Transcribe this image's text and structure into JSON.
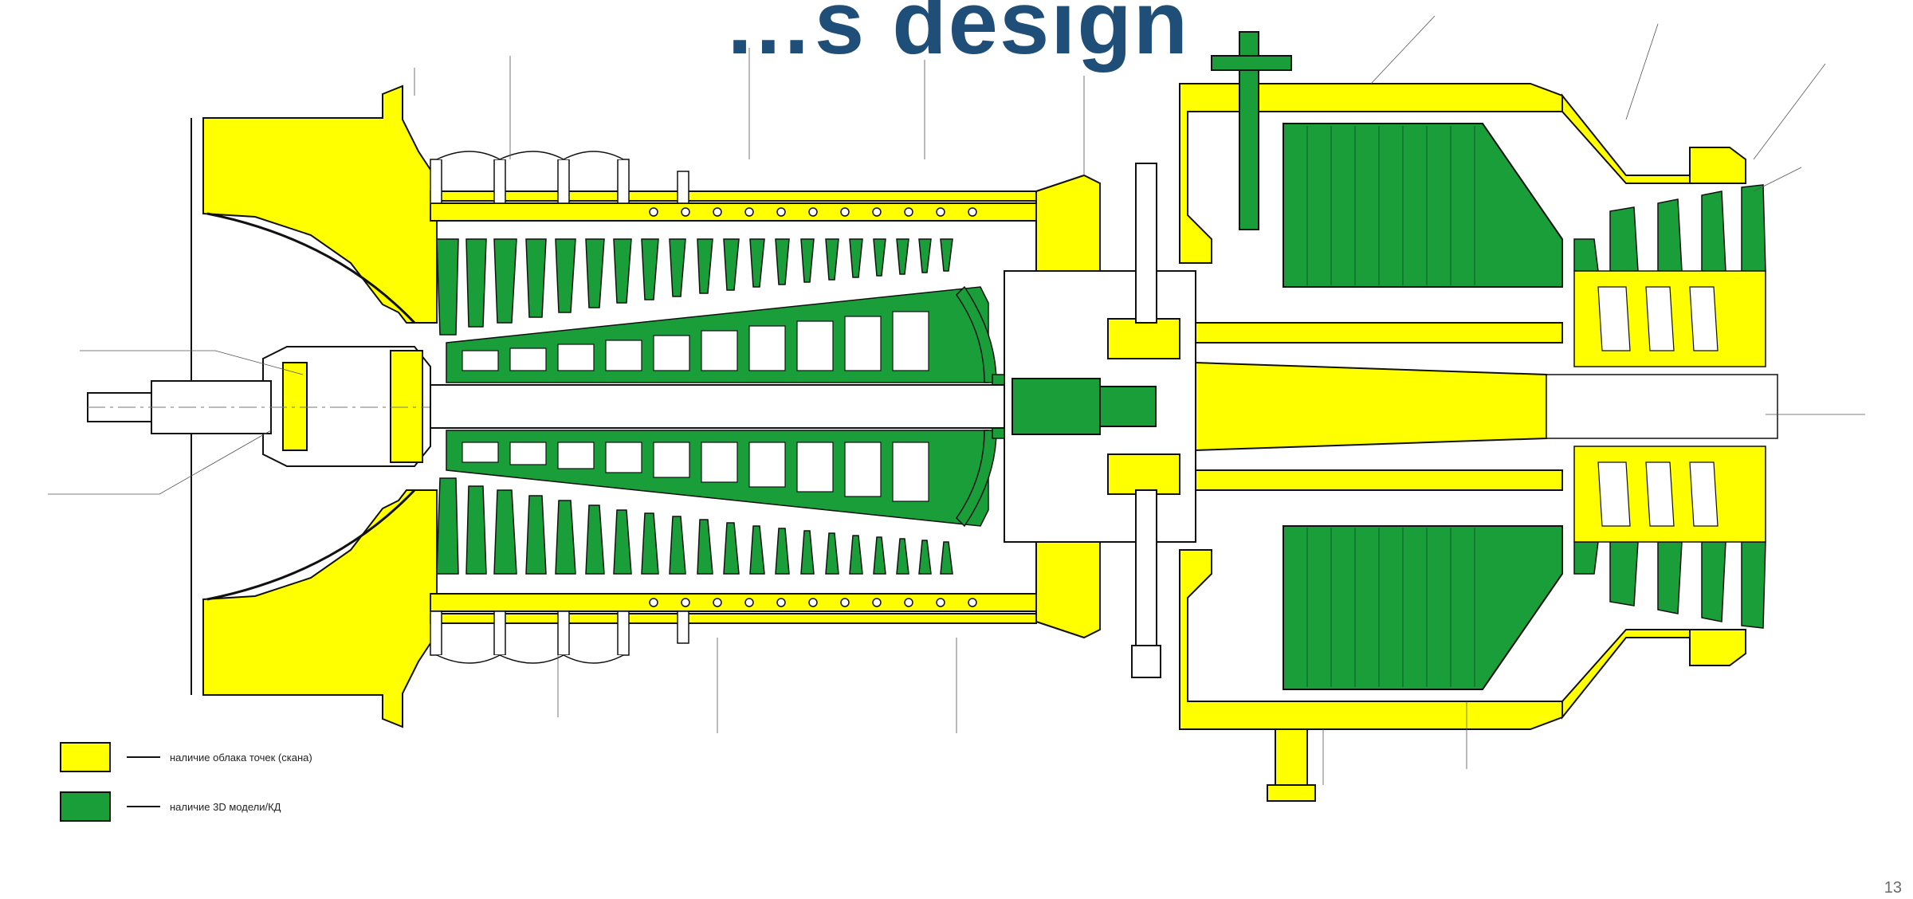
{
  "slide": {
    "title": "…s design",
    "page_number": "13"
  },
  "legend": {
    "items": [
      {
        "key": "scan",
        "label": "наличие облака точек (скана)",
        "color": "#ffff00"
      },
      {
        "key": "model",
        "label": "наличие 3D модели/КД",
        "color": "#1a9e3a"
      }
    ]
  },
  "colors": {
    "scan_yellow": "#ffff00",
    "model_green": "#1a9e3a",
    "outline": "#111111",
    "title_blue": "#1f4e79"
  }
}
